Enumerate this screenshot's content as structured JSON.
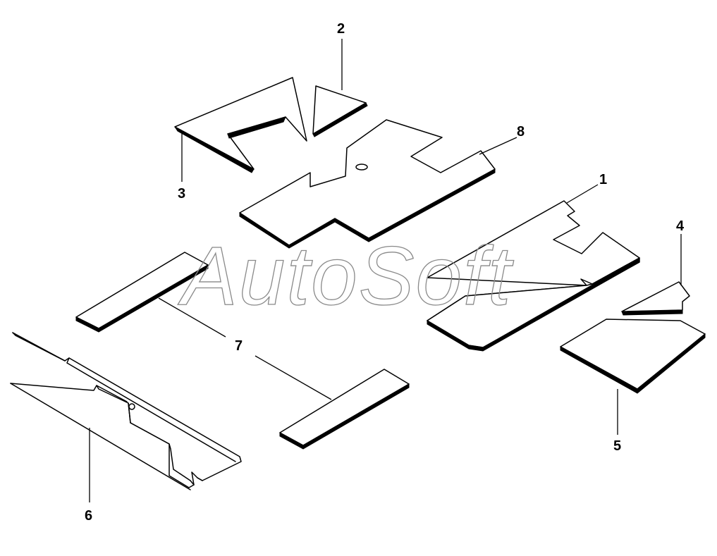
{
  "watermark": {
    "text": "AutoSoft",
    "color": "#8a8a8a"
  },
  "callouts": {
    "c1": "1",
    "c2": "2",
    "c3": "3",
    "c4": "4",
    "c5": "5",
    "c6": "6",
    "c7": "7",
    "c8": "8"
  },
  "line_color": "#000000",
  "background": "#ffffff"
}
